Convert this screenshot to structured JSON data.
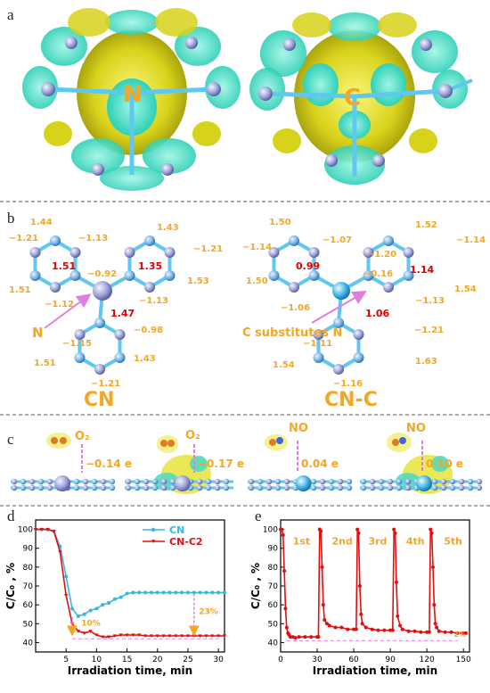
{
  "panels": {
    "a": {
      "label": "a",
      "atoms": [
        "N",
        "C"
      ]
    },
    "b": {
      "label": "b",
      "cn": {
        "name": "CN",
        "annot": "N",
        "charges_orange": [
          "1.44",
          "−1.21",
          "−1.13",
          "1.43",
          "−1.21",
          "−0.92",
          "1.51",
          "−1.12",
          "−1.13",
          "1.53",
          "−1.15",
          "−0.98",
          "1.51",
          "1.43",
          "−1.21"
        ],
        "charges_red": [
          "1.51",
          "1.35",
          "1.47"
        ]
      },
      "cnc": {
        "name": "CN-C",
        "annot": "C substitutes N",
        "charges_orange": [
          "1.50",
          "−1.14",
          "−1.07",
          "1.52",
          "−1.20",
          "−1.14",
          "−0.16",
          "1.50",
          "−1.06",
          "−1.13",
          "1.54",
          "−1.11",
          "−1.21",
          "1.54",
          "1.63",
          "−1.16"
        ],
        "charges_red": [
          "0.99",
          "1.14",
          "1.06"
        ]
      }
    },
    "c": {
      "label": "c",
      "items": [
        {
          "molecule": "O₂",
          "transfer": "−0.14 e"
        },
        {
          "molecule": "O₂",
          "transfer": "−0.17 e"
        },
        {
          "molecule": "NO",
          "transfer": "0.04 e"
        },
        {
          "molecule": "NO",
          "transfer": "0.10 e"
        }
      ]
    },
    "d": {
      "label": "d",
      "ann1": "10%",
      "ann2": "23%"
    },
    "e": {
      "label": "e",
      "ann": "2%"
    }
  },
  "chart_data": [
    {
      "type": "line",
      "panel": "d",
      "xlabel": "Irradiation time, min",
      "ylabel": "C/C₀ , %",
      "xlim": [
        0,
        31
      ],
      "ylim": [
        35,
        105
      ],
      "xticks": [
        5,
        10,
        15,
        20,
        25,
        30
      ],
      "yticks": [
        40,
        50,
        60,
        70,
        80,
        90,
        100
      ],
      "legend": "top-right",
      "series": [
        {
          "name": "CN",
          "color": "#34b8e0",
          "x": [
            0,
            1,
            2,
            3,
            4,
            5,
            6,
            7,
            8,
            9,
            10,
            11,
            12,
            13,
            14,
            15,
            16,
            17,
            18,
            19,
            20,
            21,
            22,
            23,
            24,
            25,
            26,
            27,
            28,
            29,
            30,
            31
          ],
          "y": [
            100,
            100,
            100,
            99,
            91,
            75,
            58,
            54,
            55,
            57,
            58,
            60,
            61,
            63,
            64,
            66,
            66.5,
            66.5,
            66.5,
            66.5,
            66.5,
            66.5,
            66.5,
            66.5,
            66.5,
            66.5,
            66.5,
            66.5,
            66.5,
            66.5,
            66.5,
            66.5
          ]
        },
        {
          "name": "CN-C2",
          "color": "#e01010",
          "x": [
            0,
            1,
            2,
            3,
            4,
            5,
            6,
            7,
            8,
            9,
            10,
            11,
            12,
            13,
            14,
            15,
            16,
            17,
            18,
            19,
            20,
            21,
            22,
            23,
            24,
            25,
            26,
            27,
            28,
            29,
            30,
            31
          ],
          "y": [
            100,
            100,
            100,
            99,
            88,
            65,
            50,
            46,
            45,
            46,
            44,
            43,
            43,
            43.5,
            44,
            44,
            44,
            44,
            43.5,
            43.5,
            43.5,
            43.5,
            43.5,
            43.5,
            43.5,
            43.5,
            43.5,
            43.5,
            43.5,
            43.5,
            43.5,
            43.5
          ]
        }
      ]
    },
    {
      "type": "line",
      "panel": "e",
      "xlabel": "Irradiation time, min",
      "ylabel": "C/C₀ , %",
      "xlim": [
        0,
        155
      ],
      "ylim": [
        35,
        105
      ],
      "xticks": [
        0,
        30,
        60,
        90,
        120,
        150
      ],
      "yticks": [
        40,
        50,
        60,
        70,
        80,
        90,
        100
      ],
      "cycle_labels": [
        "1st",
        "2nd",
        "3rd",
        "4th",
        "5th"
      ],
      "series": [
        {
          "name": "",
          "color": "#e01010",
          "x": [
            0,
            1,
            2,
            3,
            4,
            5,
            6,
            7,
            8,
            10,
            12,
            15,
            20,
            25,
            30,
            31,
            32,
            33,
            34,
            35,
            36,
            38,
            40,
            45,
            50,
            55,
            60,
            62,
            63,
            64,
            65,
            66,
            67,
            70,
            75,
            80,
            85,
            90,
            92,
            93,
            94,
            95,
            96,
            98,
            100,
            105,
            110,
            115,
            120,
            122,
            123,
            124,
            125,
            126,
            127,
            128,
            130,
            135,
            140,
            145,
            150,
            152
          ],
          "y": [
            100,
            100,
            97,
            78,
            58,
            48,
            45,
            44,
            43,
            43,
            42.5,
            43,
            43,
            43,
            43,
            43,
            100,
            99,
            80,
            60,
            52,
            50,
            49,
            48,
            48,
            47,
            47,
            47,
            100,
            98,
            70,
            55,
            50,
            48,
            47,
            46.5,
            46.5,
            46.5,
            46.5,
            100,
            98,
            72,
            54,
            49,
            47,
            46,
            46,
            45.5,
            45.5,
            45.5,
            100,
            98,
            80,
            60,
            50,
            48,
            46,
            45.5,
            45.5,
            45,
            45,
            45
          ]
        }
      ]
    }
  ]
}
